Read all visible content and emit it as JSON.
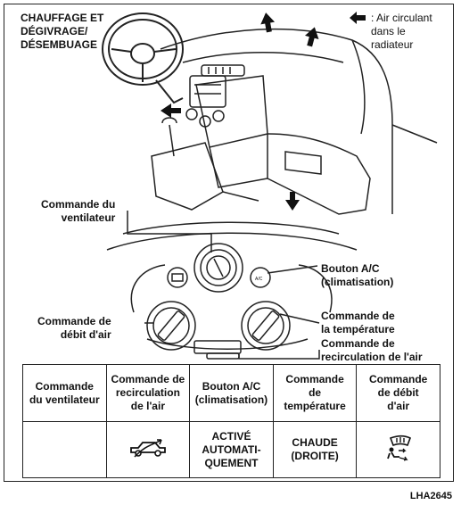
{
  "title_lines": [
    "CHAUFFAGE ET",
    "DÉGIVRAGE/",
    "DÉSEMBUAGE"
  ],
  "legend": {
    "icon": "down-arrow-icon",
    "text_lines": [
      ": Air circulant",
      "dans le",
      "radiateur"
    ]
  },
  "callouts": {
    "fan": [
      "Commande du",
      "ventilateur"
    ],
    "ac": [
      "Bouton A/C",
      "(climatisation)"
    ],
    "airflow": [
      "Commande de",
      "débit d'air"
    ],
    "temp": [
      "Commande de",
      "la température"
    ],
    "recirc": [
      "Commande de",
      "recirculation de l'air"
    ]
  },
  "table": {
    "headers": [
      [
        "Commande",
        "du ventilateur"
      ],
      [
        "Commande de",
        "recirculation",
        "de l'air"
      ],
      [
        "Bouton A/C",
        "(climatisation)"
      ],
      [
        "Commande",
        "de",
        "température"
      ],
      [
        "Commande",
        "de débit",
        "d'air"
      ]
    ],
    "row": {
      "fan": "",
      "recirc_icon": "car-recirculation-icon",
      "ac_lines": [
        "ACTIVÉ",
        "AUTOMATI-",
        "QUEMENT"
      ],
      "temp_lines": [
        "CHAUDE",
        "(DROITE)"
      ],
      "airflow_icon": "defrost-floor-icon"
    }
  },
  "reference": "LHA2645"
}
